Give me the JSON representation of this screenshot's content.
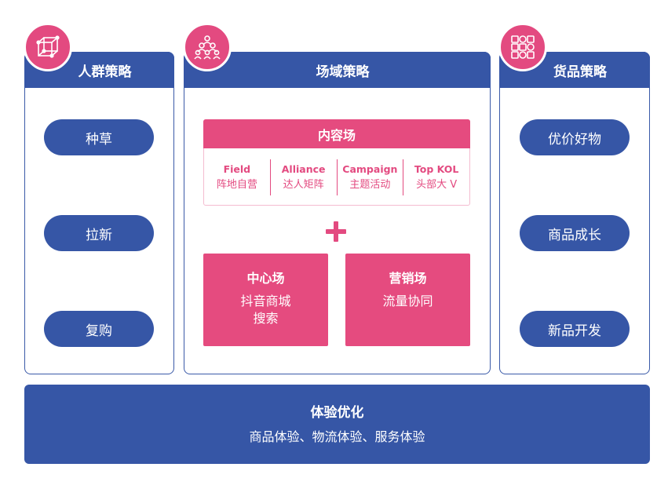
{
  "colors": {
    "blue": "#3656a6",
    "pink": "#e54b7f",
    "white": "#ffffff"
  },
  "crowd": {
    "title": "人群策略",
    "icon": "cube-icon",
    "items": [
      "种草",
      "拉新",
      "复购"
    ]
  },
  "field": {
    "title": "场域策略",
    "icon": "group-people-icon",
    "content": {
      "title": "内容场",
      "columns": [
        {
          "en": "Field",
          "zh": "阵地自营"
        },
        {
          "en": "Alliance",
          "zh": "达人矩阵"
        },
        {
          "en": "Campaign",
          "zh": "主题活动"
        },
        {
          "en": "Top KOL",
          "zh": "头部大 V"
        }
      ]
    },
    "plus_icon": "plus-icon",
    "center": {
      "title": "中心场",
      "line1": "抖音商城",
      "line2": "搜索"
    },
    "marketing": {
      "title": "营销场",
      "line1": "流量协同"
    }
  },
  "goods": {
    "title": "货品策略",
    "icon": "product-grid-icon",
    "items": [
      "优价好物",
      "商品成长",
      "新品开发"
    ]
  },
  "experience": {
    "title": "体验优化",
    "desc": "商品体验、物流体验、服务体验"
  }
}
